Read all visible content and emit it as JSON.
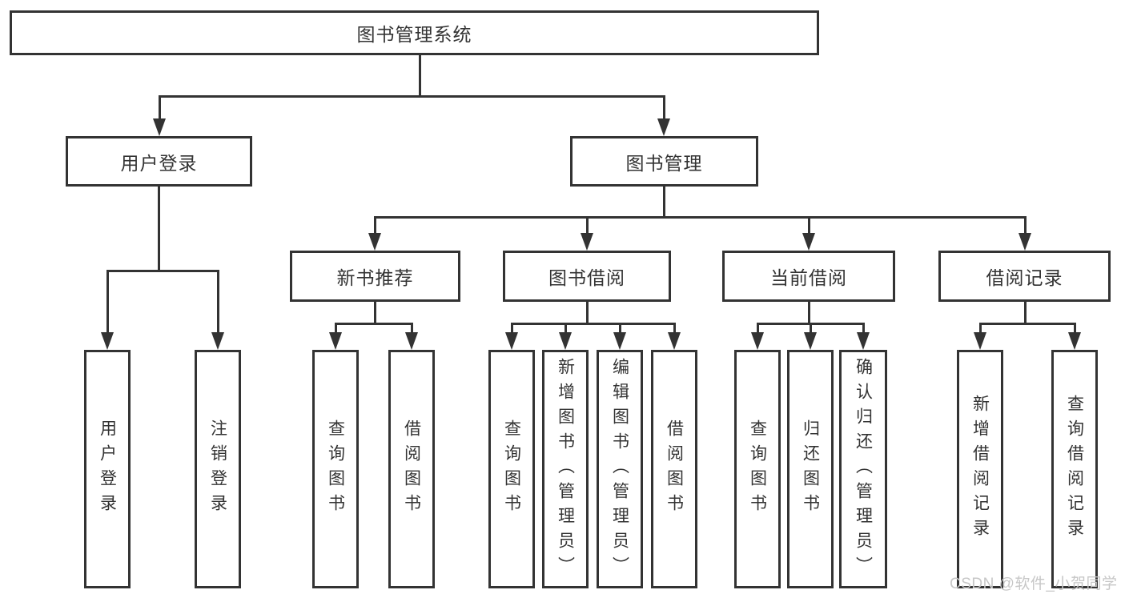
{
  "diagram_type": "tree",
  "tree": {
    "root": {
      "label": "图书管理系统"
    },
    "branches": [
      {
        "label": "用户登录",
        "children": [
          {
            "label": "用户登录"
          },
          {
            "label": "注销登录"
          }
        ]
      },
      {
        "label": "图书管理",
        "children": [
          {
            "label": "新书推荐",
            "children": [
              {
                "label": "查询图书"
              },
              {
                "label": "借阅图书"
              }
            ]
          },
          {
            "label": "图书借阅",
            "children": [
              {
                "label": "查询图书"
              },
              {
                "label": "新增图书（管理员）"
              },
              {
                "label": "编辑图书（管理员）"
              },
              {
                "label": "借阅图书"
              }
            ]
          },
          {
            "label": "当前借阅",
            "children": [
              {
                "label": "查询图书"
              },
              {
                "label": "归还图书"
              },
              {
                "label": "确认归还（管理员）"
              }
            ]
          },
          {
            "label": "借阅记录",
            "children": [
              {
                "label": "新增借阅记录"
              },
              {
                "label": "查询借阅记录"
              }
            ]
          }
        ]
      }
    ]
  },
  "watermark": {
    "text": "CSDN @软件_小贺同学"
  },
  "colors": {
    "line": "#333333",
    "text": "#333333",
    "background": "#ffffff",
    "watermark": "#c7c7c7"
  }
}
